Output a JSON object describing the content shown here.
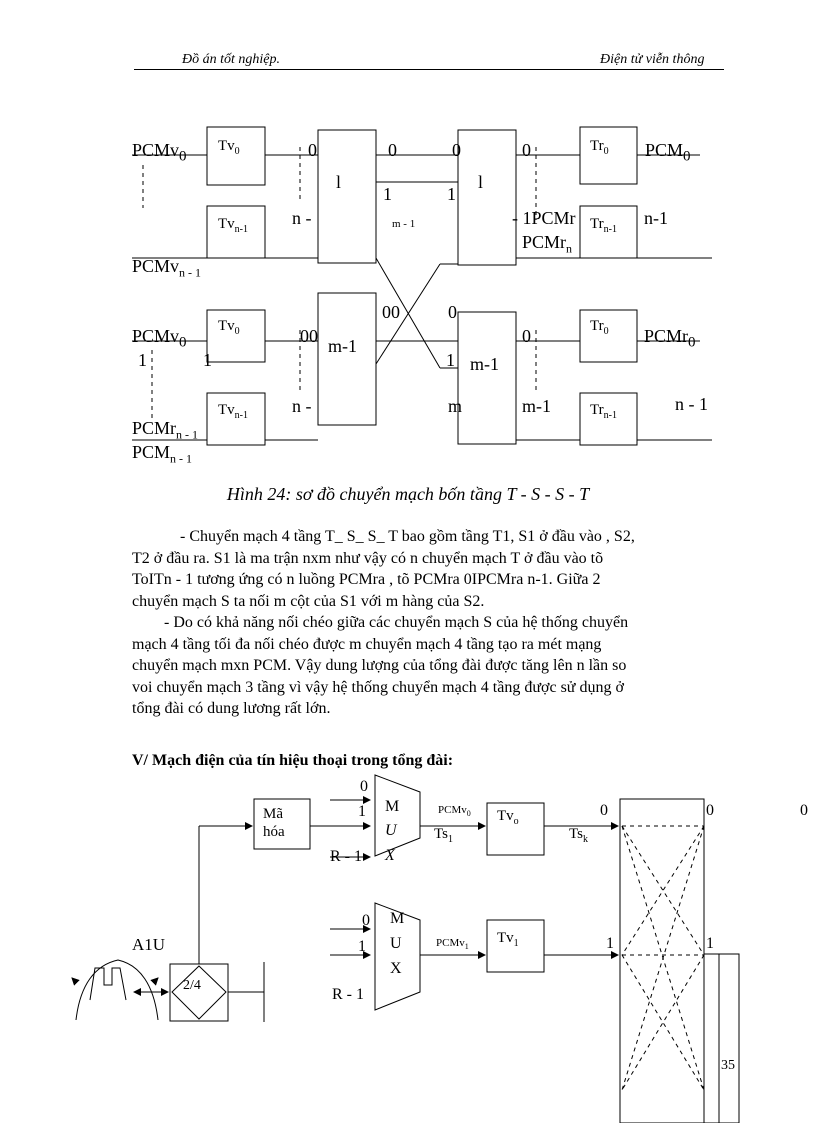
{
  "header": {
    "left": "Đồ án tốt nghiệp.",
    "right": "Điện tử viễn thông"
  },
  "figure1": {
    "caption": "Hình 24: sơ đồ chuyển mạch bốn tầng T - S - S - T",
    "labels": {
      "pcm_v0": "PCMv",
      "pcm_v0_sub": "0",
      "pcm_vn1": "PCMv",
      "pcm_vn1_sub": "n - 1",
      "pcm_m0": "PCM",
      "pcm_m0_sub": "0",
      "pcm_r0": "PCMr",
      "pcm_r0_sub": "0",
      "pcm_rn": "PCMr",
      "pcm_rn_sub": "n",
      "pcm_rn1": "PCMr",
      "pcm_rn1_sub": "n - 1",
      "pcm_n1": "PCM",
      "pcm_n1_sub": "n - 1",
      "one_pcmr": "- 1PCMr",
      "tv0": "Tv",
      "tv0_sub": "0",
      "tvn1": "Tv",
      "tvn1_sub": "n-1",
      "tr0": "Tr",
      "tr0_sub": "0",
      "trn1": "Tr",
      "trn1_sub": "n-1",
      "l": "l",
      "m1": "m-1",
      "m_1_small": "m - 1",
      "zero": "0",
      "one": "1",
      "double_zero": "00",
      "n_dash": "n -",
      "n1": "n-1",
      "n_1_sp": "n  - 1",
      "m": "m"
    }
  },
  "paragraphs": [
    {
      "lines": [
        "- Chuyển mạch 4 tầng T_ S_ S_ T bao gồm tầng T1, S1 ở đầu vào , S2,",
        "T2 ở đầu ra. S1 là ma trận nxm như vậy có n chuyển mạch T ở đầu vào tõ",
        "ToITn - 1 tương ứng có n luồng PCMra , tõ PCMra 0IPCMra n-1. Giữa 2",
        "chuyển mạch S ta nối m cột của S1 với m hàng của S2."
      ]
    },
    {
      "lines": [
        "- Do có khả năng nối chéo giữa  các chuyển mạch S của hệ thống chuyển",
        "mạch 4 tầng tối đa nối chéo được m chuyển mạch 4 tầng tạo ra mét mạng",
        "chuyển mạch mxn PCM. Vậy dung lượng  của tổng đài được tăng lên n lần so",
        "voi chuyển mạch 3 tầng vì vậy hệ thống chuyển mạch 4 tầng được sử dụng ở",
        "tổng đài có dung lương rất lớn."
      ]
    }
  ],
  "section_title": "V/ Mạch điện của tín hiệu thoại trong tổng đài:",
  "figure2": {
    "labels": {
      "ma_hoa_1": "Mã",
      "ma_hoa_2": "hóa",
      "mux_m": "M",
      "mux_u": "U",
      "mux_x": "X",
      "zero": "0",
      "one": "1",
      "r_minus_1": "R - 1",
      "pcm_v": "PCMv",
      "pcm_v0_sub": "0",
      "pcm_v1_sub": "1",
      "ts": "Ts",
      "ts1_sub": "1",
      "tsk_sub": "k",
      "tv": "Tv",
      "tvo_sub": "o",
      "tv1_sub": "1",
      "a1u": "A1U",
      "two_four": "2/4",
      "thirty_five": "35"
    }
  }
}
